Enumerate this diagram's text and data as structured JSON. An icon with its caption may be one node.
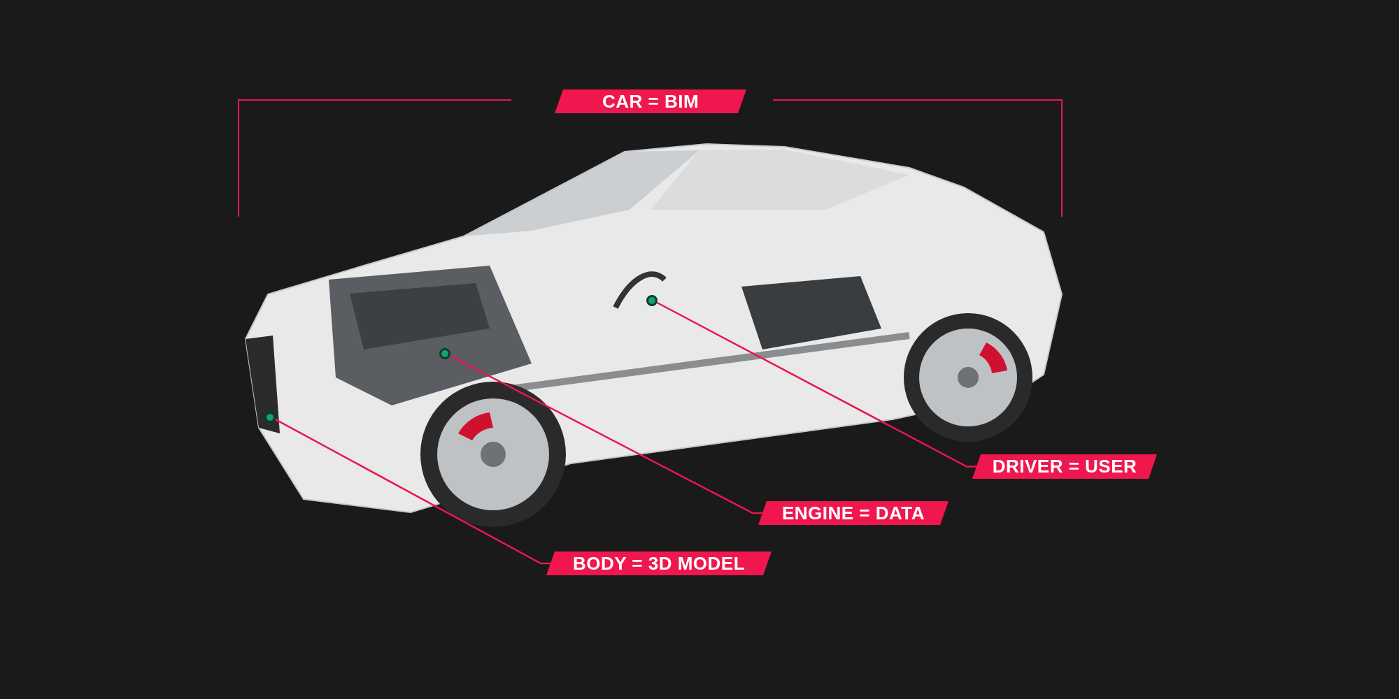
{
  "diagram": {
    "nodes": [
      {
        "text": [
          "CAR = BIM"
        ]
      },
      {
        "text": [
          "DRIVER = USER"
        ]
      },
      {
        "text": [
          "ENGINE = DATA"
        ]
      },
      {
        "text": [
          "BODY = 3D MODEL"
        ]
      },
      {
        "text": [],
        "shape": "circle"
      },
      {
        "text": [],
        "shape": "circle"
      },
      {
        "text": [],
        "shape": "circle"
      }
    ],
    "edges": [
      {
        "from": 1,
        "to": 6,
        "arrow": "none"
      },
      {
        "from": 2,
        "to": 5,
        "arrow": "none"
      },
      {
        "from": 3,
        "to": 4,
        "arrow": "none"
      }
    ]
  }
}
